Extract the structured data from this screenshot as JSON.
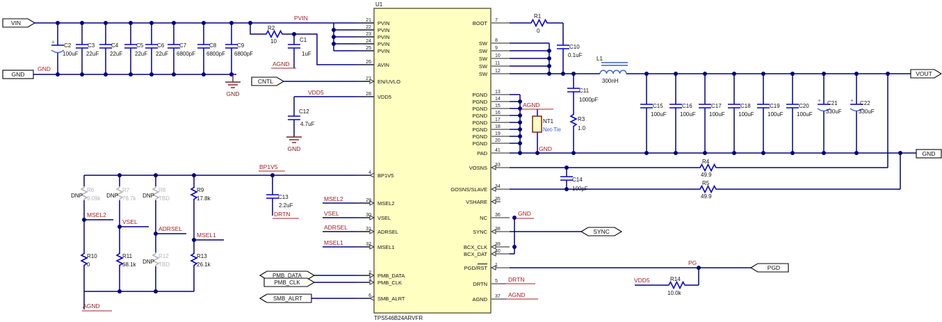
{
  "ports": {
    "vin": "VIN",
    "gnd_left": "GND",
    "cntl": "CNTL",
    "pmb_data": "PMB_DATA",
    "pmb_clk": "PMB_CLK",
    "smb_alrt": "SMB_ALRT",
    "sync": "SYNC",
    "pgd": "PGD",
    "vout": "VOUT",
    "gnd_right": "GND"
  },
  "nets": {
    "pvin": "PVIN",
    "agnd": "AGND",
    "gnd": "GND",
    "vdd5": "VDD5",
    "bp1v5": "BP1V5",
    "drtn": "DRTN",
    "msel2": "MSEL2",
    "vsel": "VSEL",
    "adrsel": "ADRSEL",
    "msel1": "MSEL1",
    "pg": "PG",
    "plus": "+",
    "dnp": "DNP"
  },
  "chip": {
    "ref": "U1",
    "part": "TPS546B24ARVFR",
    "pins": {
      "p21": {
        "num": "21",
        "name": "PVIN"
      },
      "p22": {
        "num": "22",
        "name": "PVIN"
      },
      "p23": {
        "num": "23",
        "name": "PVIN"
      },
      "p24": {
        "num": "24",
        "name": "PVIN"
      },
      "p25": {
        "num": "25",
        "name": "PVIN"
      },
      "p26": {
        "num": "26",
        "name": "AVIN"
      },
      "p27": {
        "num": "27",
        "name": "EN/UVLO"
      },
      "p28": {
        "num": "28",
        "name": "VDD5"
      },
      "p4": {
        "num": "4",
        "name": "BP1V5"
      },
      "p29": {
        "num": "29",
        "name": "MSEL2"
      },
      "p30": {
        "num": "30",
        "name": "VSEL"
      },
      "p31": {
        "num": "31",
        "name": "ADRSEL"
      },
      "p32": {
        "num": "32",
        "name": "MSEL1"
      },
      "p2": {
        "num": "2",
        "name": "PMB_DATA"
      },
      "p3": {
        "num": "3",
        "name": "PMB_CLK"
      },
      "p6": {
        "num": "6",
        "name": "SMB_ALRT"
      },
      "p7": {
        "num": "7",
        "name": "BOOT"
      },
      "p8": {
        "num": "8",
        "name": "SW"
      },
      "p9": {
        "num": "9",
        "name": "SW"
      },
      "p10": {
        "num": "10",
        "name": "SW"
      },
      "p11": {
        "num": "11",
        "name": "SW"
      },
      "p12": {
        "num": "12",
        "name": "SW"
      },
      "p13": {
        "num": "13",
        "name": "PGND"
      },
      "p14": {
        "num": "14",
        "name": "PGND"
      },
      "p15": {
        "num": "15",
        "name": "PGND"
      },
      "p16": {
        "num": "16",
        "name": "PGND"
      },
      "p17": {
        "num": "17",
        "name": "PGND"
      },
      "p18": {
        "num": "18",
        "name": "PGND"
      },
      "p19": {
        "num": "19",
        "name": "PGND"
      },
      "p20": {
        "num": "20",
        "name": "PGND"
      },
      "p41": {
        "num": "41",
        "name": "PAD"
      },
      "p33": {
        "num": "33",
        "name": "VOSNS"
      },
      "p34": {
        "num": "34",
        "name": "GOSNS/SLAVE"
      },
      "p35": {
        "num": "35",
        "name": "VSHARE"
      },
      "p36": {
        "num": "36",
        "name": "NC"
      },
      "p38": {
        "num": "38",
        "name": "SYNC"
      },
      "p39": {
        "num": "39",
        "name": "BCX_CLK"
      },
      "p40": {
        "num": "40",
        "name": "BCX_DAT"
      },
      "p1": {
        "num": "1",
        "name": "PGD/RST"
      },
      "p5": {
        "num": "5",
        "name": "DRTN"
      },
      "p37": {
        "num": "37",
        "name": "AGND"
      }
    }
  },
  "parts": {
    "c1": {
      "ref": "C1",
      "val": "1uF"
    },
    "c2": {
      "ref": "C2",
      "val": "100uF"
    },
    "c3": {
      "ref": "C3",
      "val": "22uF"
    },
    "c4": {
      "ref": "C4",
      "val": "22uF"
    },
    "c5": {
      "ref": "C5",
      "val": "22uF"
    },
    "c6": {
      "ref": "C6",
      "val": "22uF"
    },
    "c7": {
      "ref": "C7",
      "val": "6800pF"
    },
    "c8": {
      "ref": "C8",
      "val": "6800pF"
    },
    "c9": {
      "ref": "C9",
      "val": "6800pF"
    },
    "c10": {
      "ref": "C10",
      "val": "0.1uF"
    },
    "c11": {
      "ref": "C11",
      "val": "1000pF"
    },
    "c12": {
      "ref": "C12",
      "val": "4.7uF"
    },
    "c13": {
      "ref": "C13",
      "val": "2.2uF"
    },
    "c14": {
      "ref": "C14",
      "val": "100pF"
    },
    "c15": {
      "ref": "C15",
      "val": "100uF"
    },
    "c16": {
      "ref": "C16",
      "val": "100uF"
    },
    "c17": {
      "ref": "C17",
      "val": "100uF"
    },
    "c18": {
      "ref": "C18",
      "val": "100uF"
    },
    "c19": {
      "ref": "C19",
      "val": "100uF"
    },
    "c20": {
      "ref": "C20",
      "val": "100uF"
    },
    "c21": {
      "ref": "C21",
      "val": "330uF"
    },
    "c22": {
      "ref": "C22",
      "val": "330uF"
    },
    "r1": {
      "ref": "R1",
      "val": "0"
    },
    "r2": {
      "ref": "R2",
      "val": "10"
    },
    "r3": {
      "ref": "R3",
      "val": "1.0"
    },
    "r4": {
      "ref": "R4",
      "val": "49.9"
    },
    "r5": {
      "ref": "R5",
      "val": "49.9"
    },
    "r6": {
      "ref": "R6",
      "val": "9.09k"
    },
    "r7": {
      "ref": "R7",
      "val": "78.7k"
    },
    "r8": {
      "ref": "R8",
      "val": "TBD"
    },
    "r9": {
      "ref": "R9",
      "val": "17.8k"
    },
    "r10": {
      "ref": "R10",
      "val": "0"
    },
    "r11": {
      "ref": "R11",
      "val": "68.1k"
    },
    "r12": {
      "ref": "R12",
      "val": "TBD"
    },
    "r13": {
      "ref": "R13",
      "val": "26.1k"
    },
    "r14": {
      "ref": "R14",
      "val": "10.0k"
    },
    "l1": {
      "ref": "L1",
      "val": "300nH"
    },
    "nt1": {
      "ref": "NT1",
      "val": "Net-Tie"
    }
  }
}
